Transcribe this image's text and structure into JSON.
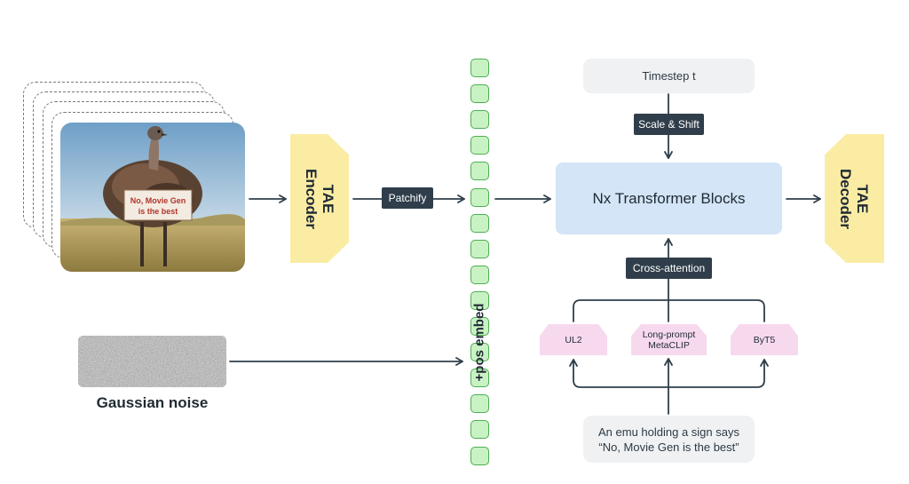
{
  "image_sign_text": "No, Movie Gen is the best",
  "encoder_label": "TAE\nEncoder",
  "decoder_label": "TAE\nDecoder",
  "patchify_label": "Patchify",
  "pos_embed_label": "+pos embed",
  "timestep_label": "Timestep t",
  "scale_shift_label": "Scale & Shift",
  "transformer_label": "Nx Transformer Blocks",
  "cross_attention_label": "Cross-attention",
  "text_encoders": [
    {
      "label": "UL2"
    },
    {
      "label": "Long-prompt\nMetaCLIP"
    },
    {
      "label": "ByT5"
    }
  ],
  "prompt_line1": "An emu holding a sign says",
  "prompt_line2": "“No, Movie Gen is the best”",
  "noise_label": "Gaussian noise",
  "colors": {
    "arrow": "#2f3e4a",
    "tae": "#fbeca4",
    "token_fill": "#c9f2c4",
    "token_border": "#4caf50",
    "transformer": "#d3e5f6",
    "text_encoder": "#f7d9ee",
    "label_dark": "#2f3e4a",
    "grey_box": "#f0f1f2"
  }
}
